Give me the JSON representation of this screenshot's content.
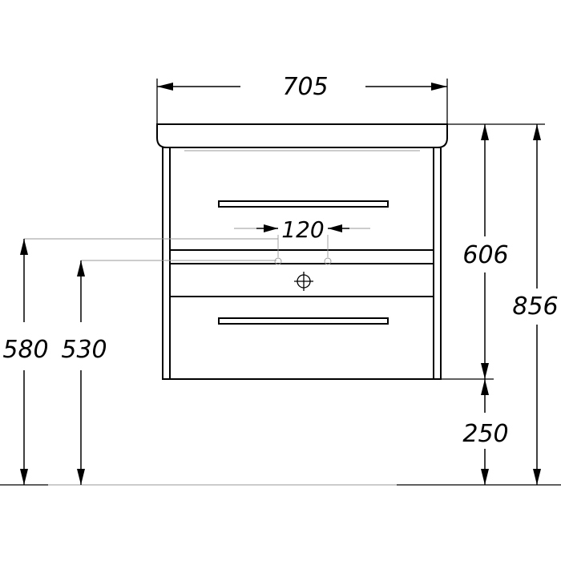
{
  "dimensions": {
    "width": "705",
    "hole_spacing": "120",
    "cabinet_height": "606",
    "total_height": "856",
    "floor_clearance": "250",
    "pipe_height_1": "580",
    "pipe_height_2": "530"
  },
  "colors": {
    "line": "#000000",
    "guide": "#999999",
    "background": "#ffffff"
  }
}
